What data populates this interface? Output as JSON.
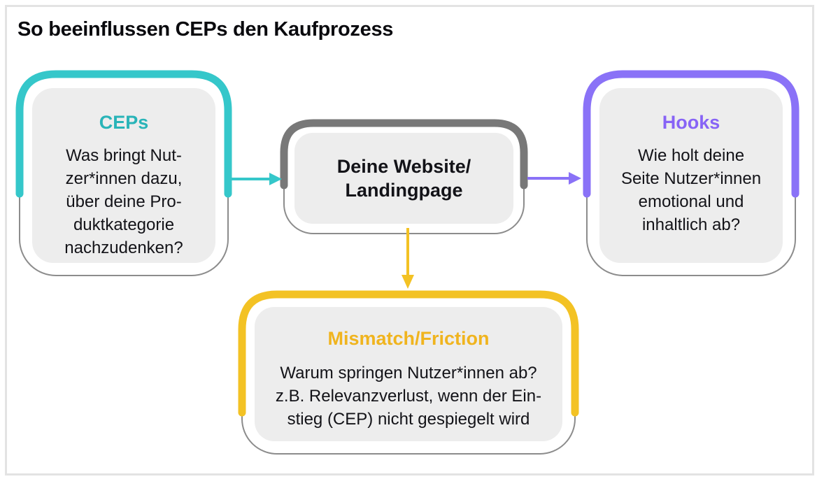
{
  "page": {
    "title": "So beeinflussen CEPs den Kaufprozess"
  },
  "colors": {
    "teal": "#35C7CA",
    "purple": "#8A72F7",
    "yellow": "#F3C224",
    "gray": "#787878",
    "teal_text": "#29B4B8",
    "purple_text": "#8763F6",
    "yellow_text": "#F0B41E",
    "outline": "#8C8C8C",
    "box_fill": "#EDEDED",
    "text": "#131318",
    "frame": "#E3E3E3",
    "heading": "#0A0A0E"
  },
  "nodes": {
    "ceps": {
      "title": "CEPs",
      "body": "Was bringt Nut-\nzer*innen dazu,\nüber deine Pro-\nduktkategorie\nnachzudenken?",
      "accent": "#35C7CA"
    },
    "website": {
      "title": "Deine Website/\nLandingpage",
      "accent": "#787878"
    },
    "hooks": {
      "title": "Hooks",
      "body": "Wie holt deine\nSeite Nutzer*innen\nemotional und\ninhaltlich ab?",
      "accent": "#8A72F7"
    },
    "mismatch": {
      "title": "Mismatch/Friction",
      "body": "Warum springen Nutzer*innen ab?\nz.B. Relevanzverlust, wenn der Ein-\nstieg (CEP) nicht gespiegelt wird",
      "accent": "#F3C224"
    }
  },
  "connections": [
    {
      "from": "ceps",
      "to": "website",
      "color": "#35C7CA",
      "direction": "right"
    },
    {
      "from": "website",
      "to": "hooks",
      "color": "#8A72F7",
      "direction": "right"
    },
    {
      "from": "website",
      "to": "mismatch",
      "color": "#F3C224",
      "direction": "down"
    }
  ]
}
